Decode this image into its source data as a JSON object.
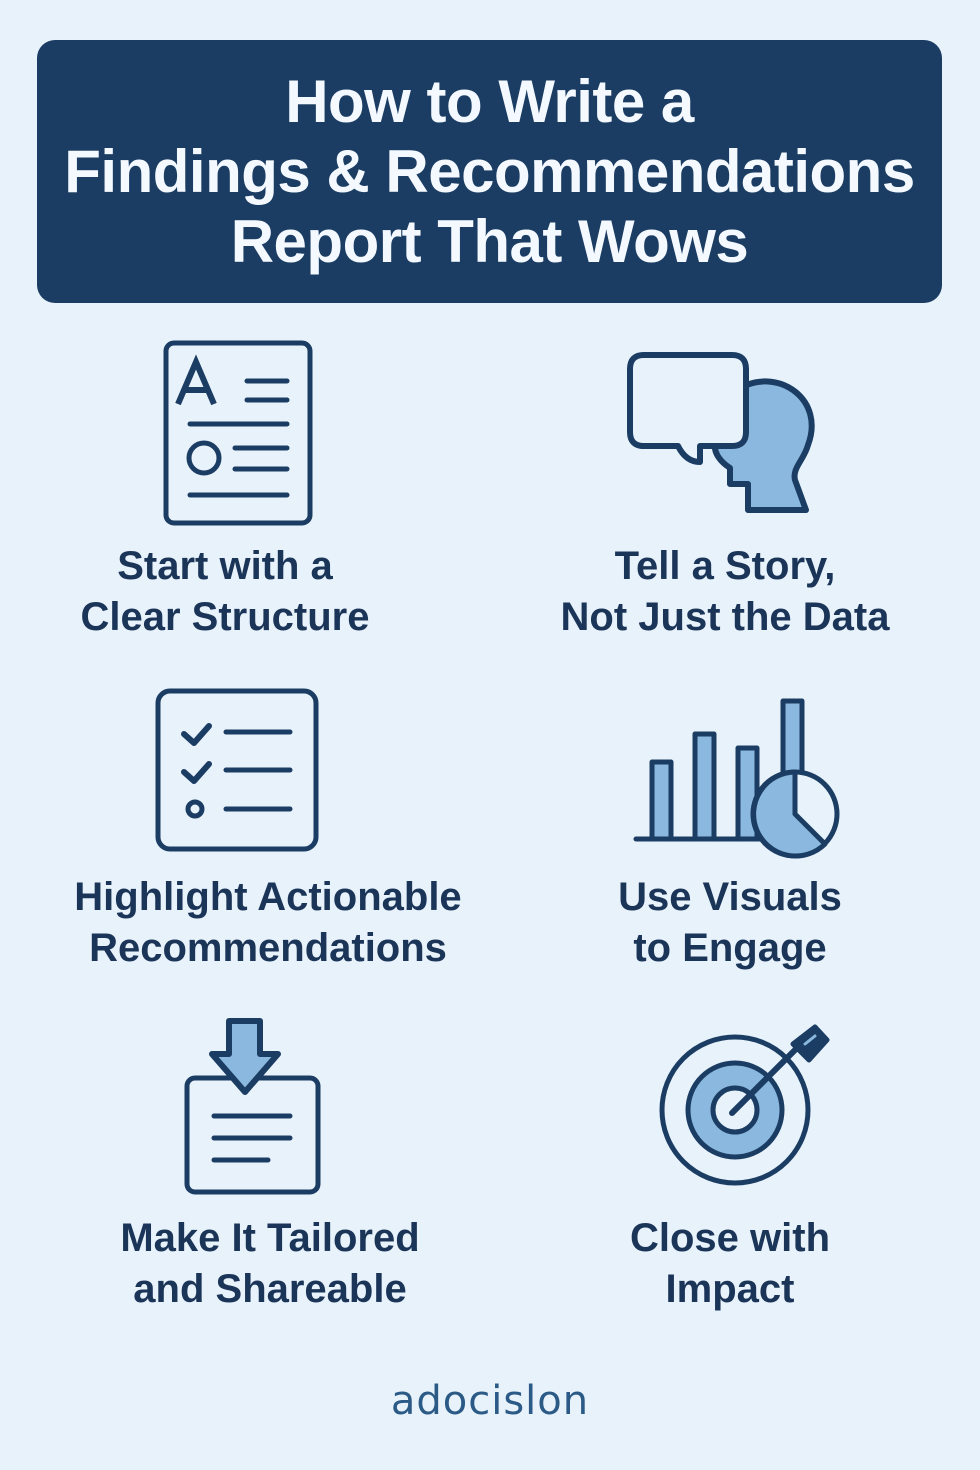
{
  "header": {
    "title_lines": [
      "How to Write a",
      "Findings & Recommendations",
      "Report That Wows"
    ]
  },
  "colors": {
    "background": "#e8f2fb",
    "header_bg": "#1b3d63",
    "header_text": "#f4f9ff",
    "icon_stroke": "#1b3d63",
    "icon_fill": "#8ab8de",
    "label_text": "#1b3558",
    "brand_text": "#2b5a86"
  },
  "tips": [
    {
      "icon": "document-outline-icon",
      "lines": [
        "Start with a",
        "Clear Structure"
      ]
    },
    {
      "icon": "speech-bubble-head-icon",
      "lines": [
        "Tell a Story,",
        "Not Just the Data"
      ]
    },
    {
      "icon": "checklist-icon",
      "lines": [
        "Highlight Actionable",
        "Recommendations"
      ]
    },
    {
      "icon": "bar-pie-chart-icon",
      "lines": [
        "Use Visuals",
        "to Engage"
      ]
    },
    {
      "icon": "download-document-icon",
      "lines": [
        "Make It Tailored",
        "and Shareable"
      ]
    },
    {
      "icon": "target-arrow-icon",
      "lines": [
        "Close with",
        "Impact"
      ]
    }
  ],
  "footer": {
    "brand": "adocislon"
  }
}
